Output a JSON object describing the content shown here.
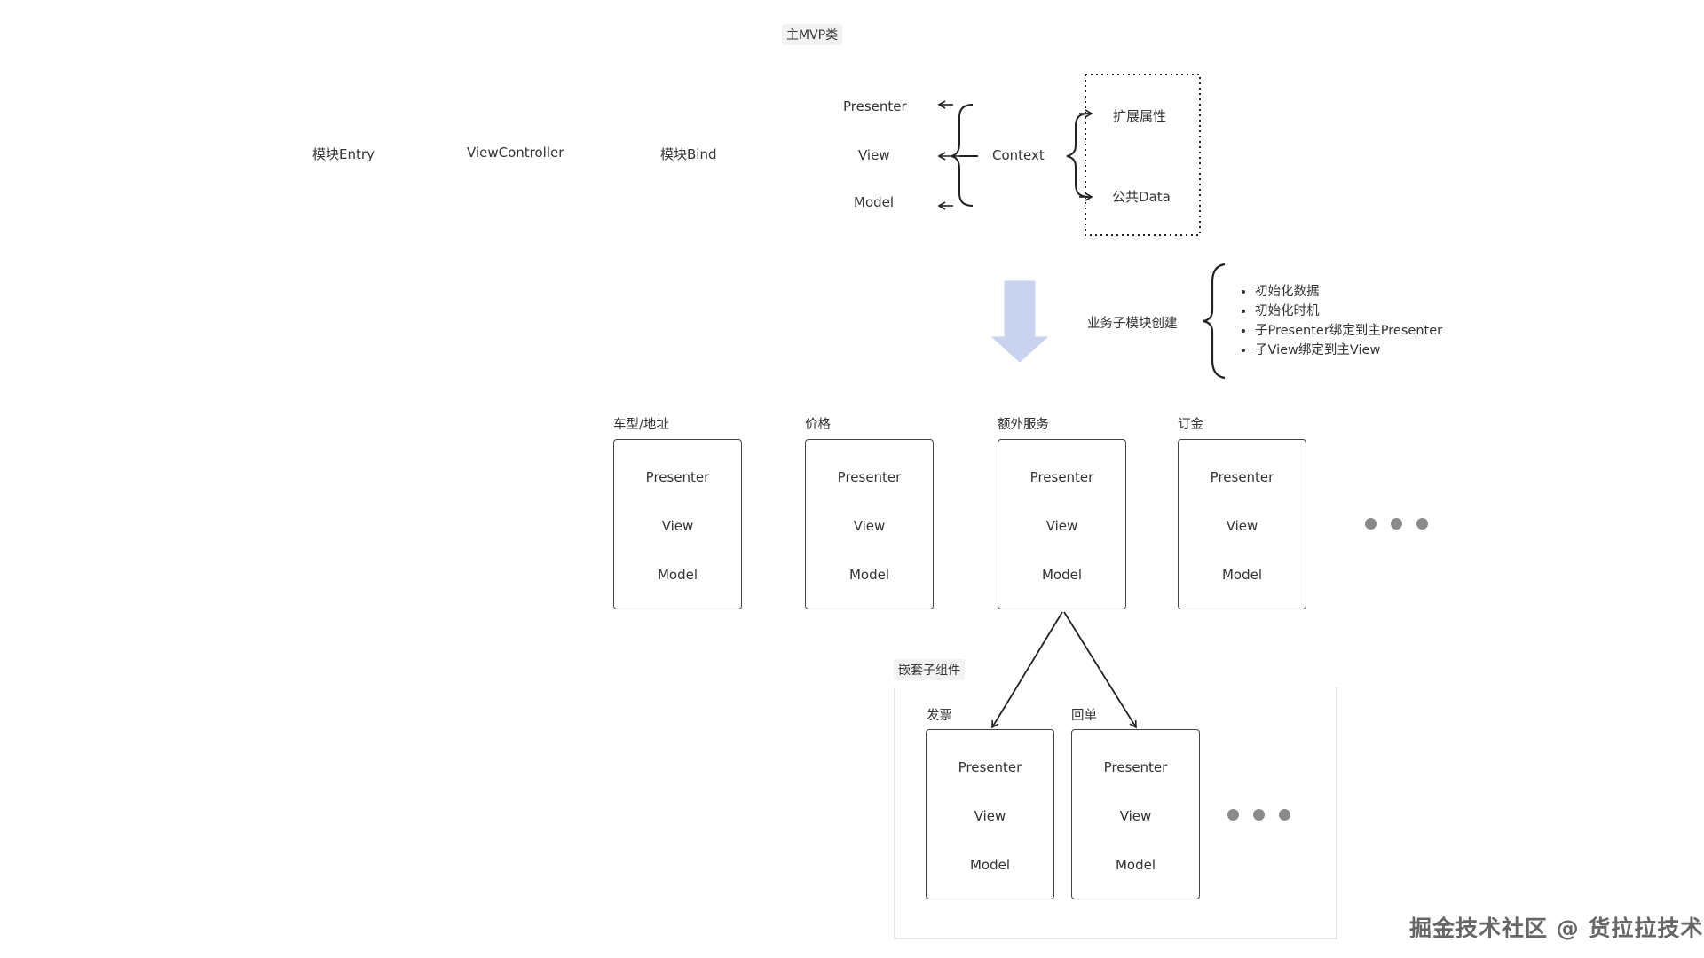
{
  "main_mvp": {
    "title": "主MVP类",
    "presenter": "Presenter",
    "view": "View",
    "model": "Model",
    "context": "Context",
    "ext_attr": "扩展属性",
    "public_data": "公共Data"
  },
  "left_items": [
    "模块Entry",
    "ViewController",
    "模块Bind"
  ],
  "biz": {
    "label": "业务子模块创建",
    "bullets": [
      "初始化数据",
      "初始化时机",
      "子Presenter绑定到主Presenter",
      "子View绑定到主View"
    ]
  },
  "modules": [
    {
      "title": "车型/地址",
      "rows": [
        "Presenter",
        "View",
        "Model"
      ]
    },
    {
      "title": "价格",
      "rows": [
        "Presenter",
        "View",
        "Model"
      ]
    },
    {
      "title": "额外服务",
      "rows": [
        "Presenter",
        "View",
        "Model"
      ]
    },
    {
      "title": "订金",
      "rows": [
        "Presenter",
        "View",
        "Model"
      ]
    }
  ],
  "nested": {
    "label": "嵌套子组件",
    "modules": [
      {
        "title": "发票",
        "rows": [
          "Presenter",
          "View",
          "Model"
        ]
      },
      {
        "title": "回单",
        "rows": [
          "Presenter",
          "View",
          "Model"
        ]
      }
    ]
  },
  "watermark": "掘金技术社区 @ 货拉拉技术",
  "colors": {
    "arrow_fill": "#c9d2ee",
    "dots": "#8a8a8a",
    "line": "#222222"
  }
}
